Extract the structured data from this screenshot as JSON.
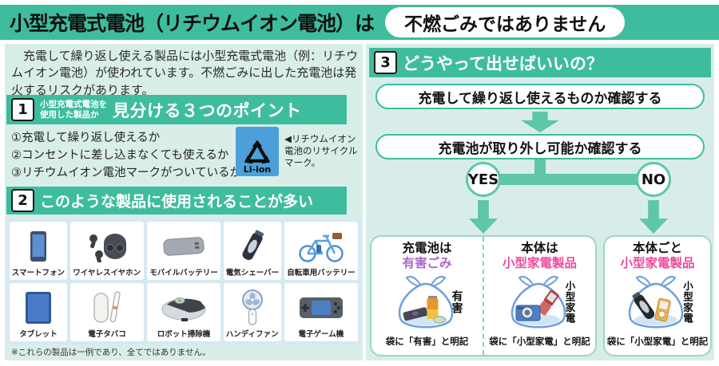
{
  "header": {
    "title": "小型充電式電池（リチウムイオン電池）は",
    "badge": "不燃ごみではありません"
  },
  "intro": {
    "text": "充電して繰り返し使える製品には小型充電式電池（例：リチウムイオン電池）が使われています。不燃ごみに出した充電池は発火するリスクがあります。"
  },
  "section1": {
    "number": "1",
    "subtitle_line1": "小型充電式電池を",
    "subtitle_line2": "使用した製品か",
    "title": "見分ける３つのポイント",
    "points": [
      "①充電して繰り返し使えるか",
      "②コンセントに差し込まなくても使えるか",
      "③リチウムイオン電池マークがついているか"
    ],
    "mark_label": "Li-ion",
    "mark_caption": "◀リチウムイオン電池のリサイクルマーク。"
  },
  "section2": {
    "number": "2",
    "title": "このような製品に使用されることが多い",
    "products": [
      {
        "label": "スマートフォン",
        "icon": "smartphone-icon"
      },
      {
        "label": "ワイヤレスイヤホン",
        "icon": "wireless-earphones-icon"
      },
      {
        "label": "モバイルバッテリー",
        "icon": "mobile-battery-icon"
      },
      {
        "label": "電気シェーバー",
        "icon": "electric-shaver-icon"
      },
      {
        "label": "自転車用バッテリー",
        "icon": "bicycle-battery-icon"
      },
      {
        "label": "タブレット",
        "icon": "tablet-icon"
      },
      {
        "label": "電子タバコ",
        "icon": "e-cigarette-icon"
      },
      {
        "label": "ロボット掃除機",
        "icon": "robot-vacuum-icon"
      },
      {
        "label": "ハンディファン",
        "icon": "handy-fan-icon"
      },
      {
        "label": "電子ゲーム機",
        "icon": "game-console-icon"
      }
    ],
    "footnote": "※これらの製品は一例であり、全てではありません。"
  },
  "section3": {
    "number": "3",
    "title": "どうやって出せばいいの？",
    "step1": "充電して繰り返し使えるものか確認する",
    "step2": "充電池が取り外し可能か確認する",
    "yes_label": "YES",
    "no_label": "NO",
    "results": [
      {
        "title": "充電池は",
        "category": "有害ごみ",
        "category_color": "#a968c5",
        "bag_label": "有害",
        "caption": "袋に「有害」と明記"
      },
      {
        "title": "本体は",
        "category": "小型家電製品",
        "category_color": "#ee4a9b",
        "bag_label": "小型家電",
        "caption": "袋に「小型家電」と明記"
      },
      {
        "title": "本体ごと",
        "category": "小型家電製品",
        "category_color": "#ee4a9b",
        "bag_label": "小型家電",
        "caption": "袋に「小型家電」と明記"
      }
    ]
  },
  "colors": {
    "teal_bar": "#3ebd9e",
    "arrow_teal": "#5ec6a9",
    "panel_mint": "#daeee8",
    "grid_blue": "#d6e9f2",
    "liion_mark_blue": "#4c9fd8",
    "hazard_purple": "#a968c5",
    "small_appliance_pink": "#ee4a9b"
  }
}
